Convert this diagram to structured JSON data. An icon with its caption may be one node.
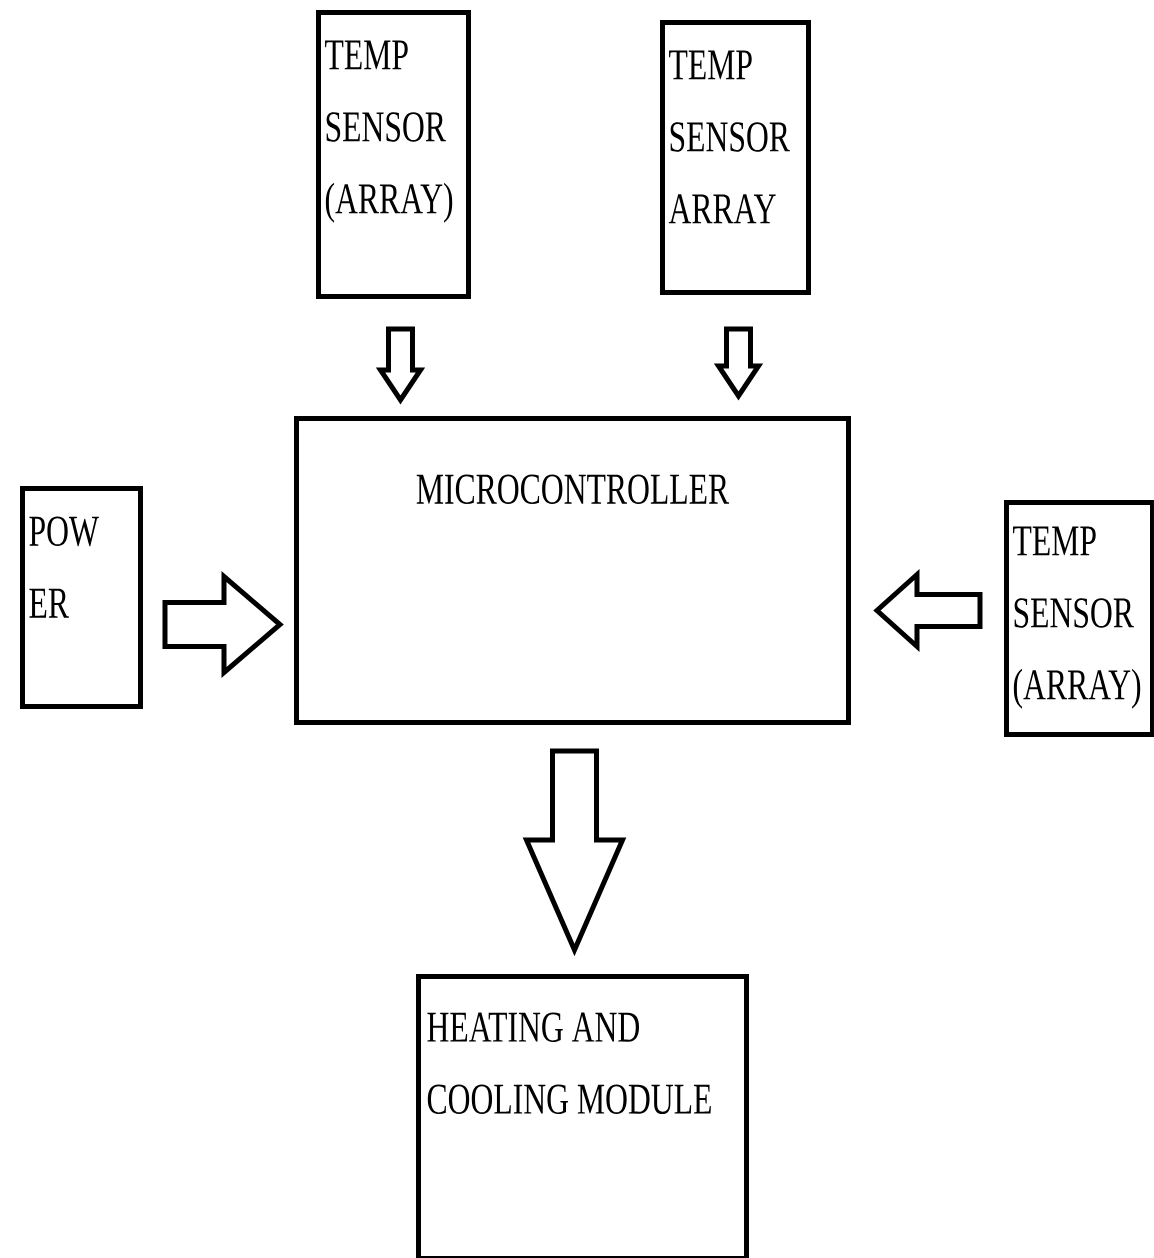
{
  "diagram": {
    "nodes": [
      {
        "text": [
          "TEMP SENSOR (ARRAY)"
        ]
      },
      {
        "text": [
          "TEMP SENSOR ARRAY"
        ]
      },
      {
        "text": [
          "POW ER"
        ]
      },
      {
        "text": [
          "MICROCONTROLLER"
        ]
      },
      {
        "text": [
          "TEMP SENSOR (ARRAY)"
        ]
      },
      {
        "text": [
          "HEATING AND COOLING MODULE"
        ]
      }
    ],
    "edges": [
      {
        "from": 0,
        "to": 3,
        "arrow": "to"
      },
      {
        "from": 1,
        "to": 3,
        "arrow": "to"
      },
      {
        "from": 2,
        "to": 3,
        "arrow": "to"
      },
      {
        "from": 4,
        "to": 3,
        "arrow": "to"
      },
      {
        "from": 3,
        "to": 5,
        "arrow": "to"
      }
    ]
  }
}
